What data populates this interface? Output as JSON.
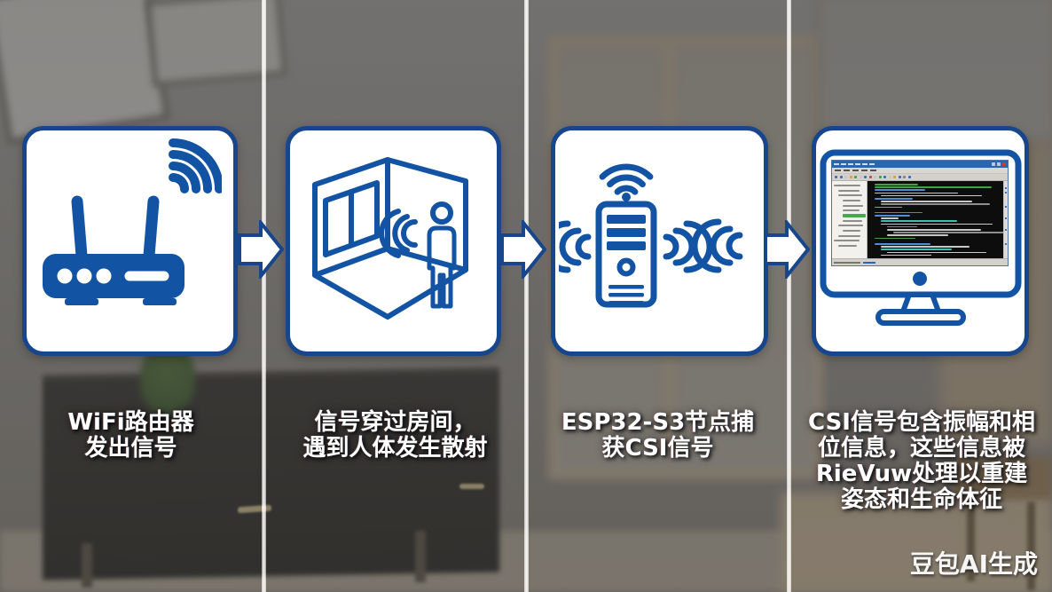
{
  "palette": {
    "icon_blue": "#1253a4",
    "card_border_blue": "#17468c",
    "caption_color": "#ffffff",
    "arrow_fill": "#ffffff",
    "ide_titlebar": "#2a66b0",
    "ide_editor_bg": "#0d0d0d",
    "ide_highlight_green": "#3fae49"
  },
  "steps": [
    {
      "icon": "wifi-router-icon",
      "caption_lines": [
        "WiFi路由器",
        "发出信号"
      ]
    },
    {
      "icon": "room-person-scatter-icon",
      "caption_lines": [
        "信号穿过房间，",
        "遇到人体发生散射"
      ]
    },
    {
      "icon": "esp32-node-icon",
      "caption_lines": [
        "ESP32-S3节点捕",
        "获CSI信号"
      ]
    },
    {
      "icon": "computer-monitor-ide-icon",
      "caption_lines": [
        "CSI信号包含振幅和相",
        "位信息，这些信息被",
        "RieVuw处理以重建",
        "姿态和生命体征"
      ]
    }
  ],
  "watermark": {
    "label": "豆包AI生成"
  },
  "ide": {
    "title_dash_count": 6,
    "menu_dash_count": 5,
    "window_button_colors": [
      "#b9c6d8",
      "#b9c6d8",
      "#d03a30"
    ],
    "toolbar_dot_colors": [
      "#3a6fb5",
      "#3a6fb5",
      "#c8c5c0",
      "#d7a23c",
      "#4a9e4a",
      "#c8c5c0",
      "#3a6fb5",
      "#b05050",
      "#c8c5c0",
      "#4a9e4a",
      "#3a6fb5",
      "#c8c5c0",
      "#d7a23c",
      "#3a6fb5",
      "#88857f",
      "#3a6fb5"
    ],
    "colors": {
      "g": "#3fa33f",
      "w": "#c8c8c8",
      "b": "#4f8fd0",
      "cy": "#3fbfb0",
      "gy": "#909090"
    },
    "sidebar_rows": [
      {
        "i": 0,
        "w": 30
      },
      {
        "i": 1,
        "w": 24
      },
      {
        "i": 1,
        "w": 27
      },
      {
        "i": 2,
        "w": 20
      },
      {
        "i": 2,
        "w": 23
      },
      {
        "i": 2,
        "w": 19
      },
      {
        "i": 2,
        "w": 26,
        "hl": true
      },
      {
        "i": 2,
        "w": 22
      },
      {
        "i": 1,
        "w": 28
      },
      {
        "i": 2,
        "w": 20
      },
      {
        "i": 1,
        "w": 25
      },
      {
        "i": 0,
        "w": 29
      },
      {
        "i": 1,
        "w": 21
      }
    ],
    "editor_lines": [
      {
        "i": 0,
        "w": 34,
        "c": "g"
      },
      {
        "i": 0,
        "w": 92,
        "c": "g"
      },
      {
        "i": 0,
        "w": 40,
        "c": "b"
      },
      {
        "i": 0,
        "w": 66,
        "c": "w"
      },
      {
        "i": 1,
        "w": 80,
        "c": "w"
      },
      {
        "i": 0,
        "w": 30,
        "c": "b"
      },
      {
        "i": 1,
        "w": 72,
        "c": "w"
      },
      {
        "i": 1,
        "w": 86,
        "c": "gy"
      },
      {
        "i": 0,
        "w": 22,
        "c": "cy"
      },
      {
        "i": 0,
        "w": 0,
        "c": "w"
      },
      {
        "i": 0,
        "w": 38,
        "c": "g"
      },
      {
        "i": 0,
        "w": 28,
        "c": "b"
      },
      {
        "i": 1,
        "w": 14,
        "c": "w"
      },
      {
        "i": 1,
        "w": 60,
        "c": "cy"
      },
      {
        "i": 1,
        "w": 88,
        "c": "w"
      },
      {
        "i": 2,
        "w": 24,
        "c": "b"
      },
      {
        "i": 2,
        "w": 74,
        "c": "w"
      },
      {
        "i": 3,
        "w": 90,
        "c": "gy"
      },
      {
        "i": 2,
        "w": 48,
        "c": "w"
      },
      {
        "i": 0,
        "w": 32,
        "c": "g"
      },
      {
        "i": 0,
        "w": 0,
        "c": "w"
      },
      {
        "i": 0,
        "w": 44,
        "c": "b"
      },
      {
        "i": 1,
        "w": 70,
        "c": "w"
      },
      {
        "i": 1,
        "w": 56,
        "c": "cy"
      },
      {
        "i": 2,
        "w": 78,
        "c": "w"
      },
      {
        "i": 1,
        "w": 40,
        "c": "w"
      }
    ],
    "scroll_marks": [
      8,
      14,
      32,
      47,
      62,
      80
    ]
  }
}
